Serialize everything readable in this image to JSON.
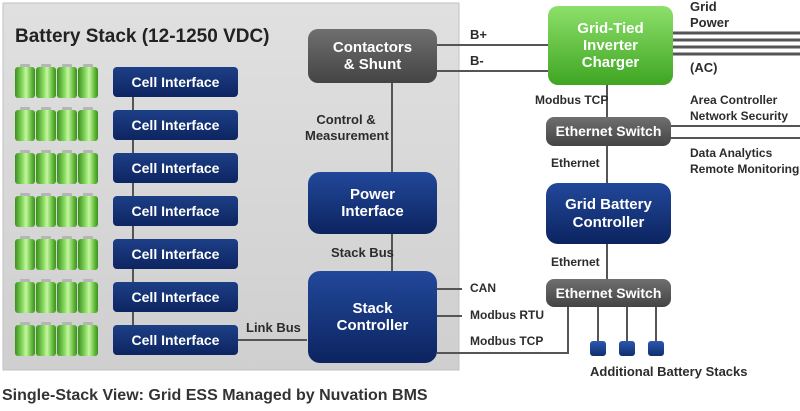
{
  "battery_stack_title": "Battery Stack (12-1250 VDC)",
  "cell_interface_label": "Cell Interface",
  "cell_interface_count": 7,
  "cells_per_module": 4,
  "contactors_label": "Contactors\n& Shunt",
  "control_measurement_label": "Control &\nMeasurement",
  "power_interface_label": "Power\nInterface",
  "stack_bus_label": "Stack Bus",
  "stack_controller_label": "Stack\nController",
  "link_bus_label": "Link Bus",
  "b_plus_label": "B+",
  "b_minus_label": "B-",
  "inverter_label": "Grid-Tied\nInverter\nCharger",
  "grid_power_label": "Grid\nPower",
  "ac_label": "(AC)",
  "modbus_tcp_top_label": "Modbus TCP",
  "ethernet_switch_label": "Ethernet Switch",
  "area_controller_label": "Area Controller\nNetwork Security",
  "data_analytics_label": "Data Analytics\nRemote Monitoring",
  "ethernet_label": "Ethernet",
  "grid_battery_controller_label": "Grid Battery\nController",
  "can_label": "CAN",
  "modbus_rtu_label": "Modbus RTU",
  "modbus_tcp_bottom_label": "Modbus TCP",
  "additional_stacks_label": "Additional Battery Stacks",
  "caption": "Single-Stack View: Grid ESS Managed by Nuvation BMS",
  "colors": {
    "panel_background": "#d6d6d6",
    "navy_box": "#13337a",
    "gray_box": "#5a5a5a",
    "green_box": "#5dc136",
    "line": "#555555"
  }
}
